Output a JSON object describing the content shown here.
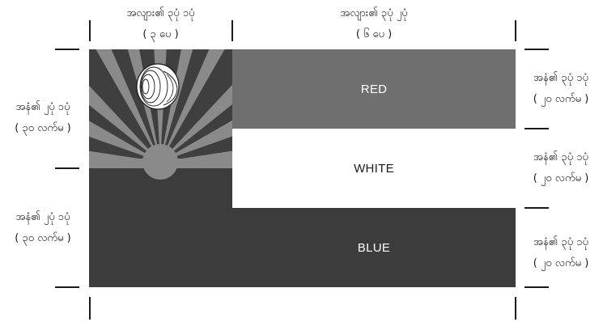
{
  "top_labels": {
    "canton_width": {
      "line1": "အလျား၏ ၃ပုံ ၁ပုံ",
      "line2": "( ၃ ပေ )"
    },
    "field_width": {
      "line1": "အလျား၏ ၃ပုံ ၂ပုံ",
      "line2": "( ၆ ပေ )"
    }
  },
  "left_labels": {
    "upper": {
      "line1": "အနံ၏ ၂ပုံ ၁ပုံ",
      "line2": "( ၃၀ လက်မ )"
    },
    "lower": {
      "line1": "အနံ၏ ၂ပုံ ၁ပုံ",
      "line2": "( ၃၀ လက်မ )"
    }
  },
  "right_labels": {
    "red": {
      "line1": "အနံ၏ ၃ပုံ ၁ပုံ",
      "line2": "( ၂၀ လက်မ )"
    },
    "white": {
      "line1": "အနံ၏ ၃ပုံ ၁ပုံ",
      "line2": "( ၂၀ လက်မ )"
    },
    "blue": {
      "line1": "အနံ၏ ၃ပုံ ၁ပုံ",
      "line2": "( ၂၀ လက်မ )"
    }
  },
  "stripes": {
    "red": {
      "label": "RED"
    },
    "white": {
      "label": "WHITE"
    },
    "blue": {
      "label": "BLUE"
    }
  },
  "colors": {
    "red_stripe": "#6f6f6f",
    "white_stripe": "#ffffff",
    "blue_stripe": "#3c3c3c",
    "canton_bg": "#3f3f3f",
    "canton_rays": "#8a8a8a",
    "sun": "#8a8a8a",
    "ink": "#1a1a1a"
  },
  "icons": {
    "emblem": "conch-shell-icon"
  }
}
